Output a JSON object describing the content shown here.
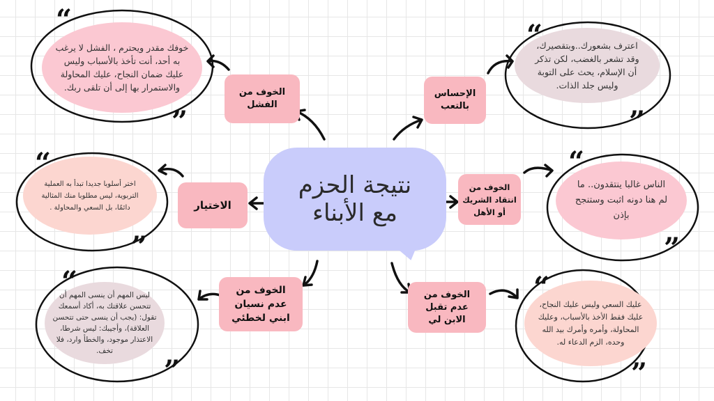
{
  "title_line1": "نتيجة الحزم",
  "title_line2": "مع الأبناء",
  "colors": {
    "center": "#c9ccfb",
    "node": "#f9b8c0",
    "pink": "#fbc8d2",
    "mauve": "#e9dade",
    "peach": "#fcd6d0"
  },
  "nodes": {
    "fail": "الخوف من الفشل",
    "fatigue": "الإحساس بالتعب",
    "choice": "الاختيار",
    "criticism": "الخوف من انتقاد الشريك أو الأهل",
    "forget": "الخوف من عدم نسيان ابني لخطئي",
    "accept": "الخوف من عدم تقبل الابن لي"
  },
  "notes": {
    "fail": "خوفك مقدر ويحترم ، الفشل لا يرغب به أحد، أنت تأخذ بالأسباب وليس عليك ضمان النجاح، عليك المحاولة والاستمرار بها إلى أن تلقى ربك.",
    "fatigue": "اعترف بشعورك..وبتقصيرك، وقد تشعر بالغضب، لكن تذكر أن الإسلام، يحث على التوبة وليس جلد الذات.",
    "choice": "اختر أسلوبا جديدا تبدأ به العملية التربوية، ليس مطلوبا منك المثالية دائمًا، بل السعي والمحاولة .",
    "criticism": "الناس غالبا ينتقدون.. ما لم هنا دونه اثبت وستنجح بإذن",
    "forget": "ليس المهم أن ينسى المهم أن تتحسن علاقتك به، أكاد أسمعك تقول: (يجب أن ينسى حتى تتحسن العلاقة)، وأجيبك: ليس شرطا، الاعتذار موجود، والخطأ وارد، فلا تخف.",
    "accept": "عليك السعي وليس عليك النجاح، عليك فقط الأخذ بالأسباب، وعليك المحاولة، وأمره وأمرك بيد الله وحده، الزم الدعاء له."
  },
  "quote_open": "“",
  "quote_close": "”"
}
